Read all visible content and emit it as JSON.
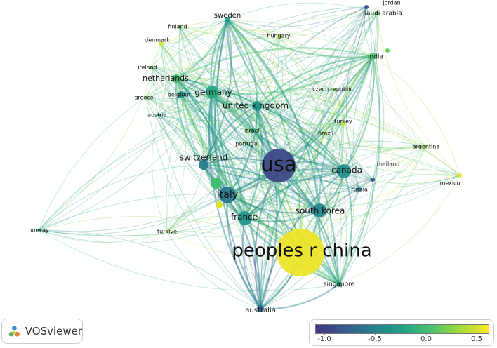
{
  "app": {
    "name": "VOSviewer",
    "logo_icon": "vosviewer-logo-icon"
  },
  "legend": {
    "ticks": [
      "-1.0",
      "-0.5",
      "0.0",
      "0.5"
    ],
    "min": -1.1,
    "max": 0.6,
    "colors": [
      "#46337e",
      "#365c8d",
      "#277f8e",
      "#1fa187",
      "#4ac16d",
      "#a0da39",
      "#fde725"
    ]
  },
  "nodes": [
    {
      "label": "usa",
      "score": -0.95,
      "weight": 24
    },
    {
      "label": "peoples r china",
      "score": 0.55,
      "weight": 34
    },
    {
      "label": "italy",
      "score": -0.6,
      "weight": 12
    },
    {
      "label": "switzerland",
      "score": -0.55,
      "weight": 7
    },
    {
      "label": "france",
      "score": -0.35,
      "weight": 10
    },
    {
      "label": "south korea",
      "score": -0.45,
      "weight": 10
    },
    {
      "label": "canada",
      "score": -0.4,
      "weight": 10
    },
    {
      "label": "united kingdom",
      "score": -0.35,
      "weight": 7
    },
    {
      "label": "germany",
      "score": -0.2,
      "weight": 9
    },
    {
      "label": "netherlands",
      "score": 0.0,
      "weight": 6
    },
    {
      "label": "sweden",
      "score": -0.3,
      "weight": 4
    },
    {
      "label": "australia",
      "score": -0.8,
      "weight": 5
    },
    {
      "label": "singapore",
      "score": -0.15,
      "weight": 4
    },
    {
      "label": "india",
      "score": 0.05,
      "weight": 5
    },
    {
      "label": "saudi arabia",
      "score": 0.15,
      "weight": 3
    },
    {
      "label": "jordan",
      "score": -0.9,
      "weight": 3
    },
    {
      "label": "finland",
      "score": 0.3,
      "weight": 2
    },
    {
      "label": "hungary",
      "score": 0.45,
      "weight": 2
    },
    {
      "label": "denmark",
      "score": 0.5,
      "weight": 3
    },
    {
      "label": "ireland",
      "score": 0.1,
      "weight": 2
    },
    {
      "label": "belgium",
      "score": -0.3,
      "weight": 5
    },
    {
      "label": "greece",
      "score": 0.2,
      "weight": 2
    },
    {
      "label": "austria",
      "score": -0.3,
      "weight": 2
    },
    {
      "label": "czech republic",
      "score": 0.2,
      "weight": 2
    },
    {
      "label": "turkey",
      "score": 0.45,
      "weight": 3
    },
    {
      "label": "israel",
      "score": -0.2,
      "weight": 3
    },
    {
      "label": "portugal",
      "score": -0.1,
      "weight": 2
    },
    {
      "label": "brazil",
      "score": 0.35,
      "weight": 3
    },
    {
      "label": "argentina",
      "score": 0.4,
      "weight": 2
    },
    {
      "label": "thailand",
      "score": -0.9,
      "weight": 3
    },
    {
      "label": "russia",
      "score": -0.6,
      "weight": 3
    },
    {
      "label": "mexico",
      "score": 0.55,
      "weight": 3
    },
    {
      "label": "norway",
      "score": -0.1,
      "weight": 2
    },
    {
      "label": "turkiye",
      "score": 0.4,
      "weight": 2
    }
  ],
  "extra_nodes": [
    {
      "score": 0.0,
      "weight": 8
    },
    {
      "score": 0.5,
      "weight": 5
    },
    {
      "score": 0.15,
      "weight": 3
    }
  ]
}
